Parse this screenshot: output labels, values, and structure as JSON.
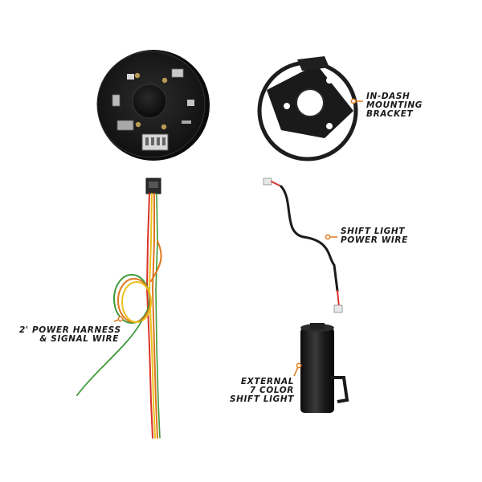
{
  "labels": {
    "bracket": {
      "lines": [
        "IN-DASH",
        "MOUNTING",
        "BRACKET"
      ]
    },
    "shift_wire": {
      "lines": [
        "SHIFT LIGHT",
        "POWER WIRE"
      ]
    },
    "harness": {
      "lines": [
        "2' POWER HARNESS",
        "& SIGNAL WIRE"
      ]
    },
    "shift_light": {
      "lines": [
        "EXTERNAL",
        "7 COLOR",
        "SHIFT LIGHT"
      ]
    }
  },
  "colors": {
    "accent": "#e07b1a",
    "body": "#1b1b1b",
    "wire_red": "#d8322a",
    "wire_green": "#3f9a3a",
    "wire_yellow": "#e8c21c",
    "wire_orange": "#e0761e"
  },
  "icons": {
    "gauge": "gauge-back-icon",
    "bracket": "mounting-bracket-icon",
    "harness": "wire-harness-icon",
    "power_wire": "power-wire-icon",
    "shift_light": "shift-light-icon"
  }
}
